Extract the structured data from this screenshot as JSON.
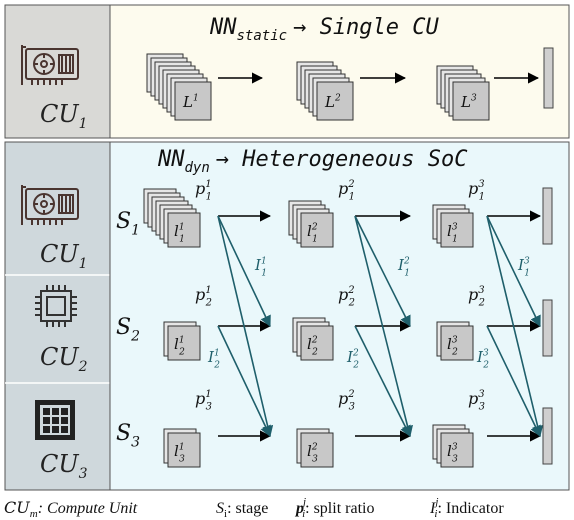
{
  "colors": {
    "static_panel": "#fdfbee",
    "dyn_panel": "#eaf8fb",
    "side_panel": "#d9d9d6",
    "side_panel_dyn": "#cfd8dc",
    "indicator_arrow": "#1f5f6b",
    "layer_fill": "#c8c8c8",
    "layer_stroke": "#333333"
  },
  "static": {
    "cu_label": "CU",
    "cu_sub": "1",
    "title_main": "NN",
    "title_sub": "static",
    "title_rest": "→ Single CU",
    "layers": [
      {
        "base": "L",
        "sup": "1"
      },
      {
        "base": "L",
        "sup": "2"
      },
      {
        "base": "L",
        "sup": "3"
      }
    ]
  },
  "dynamic": {
    "title_main": "NN",
    "title_sub": "dyn",
    "title_rest": "→ Heterogeneous SoC",
    "cus": [
      {
        "label": "CU",
        "sub": "1",
        "icon": "gpu-icon"
      },
      {
        "label": "CU",
        "sub": "2",
        "icon": "cpu-chip-icon"
      },
      {
        "label": "CU",
        "sub": "3",
        "icon": "npu-grid-icon"
      }
    ],
    "stages": [
      {
        "base": "S",
        "sub": "1"
      },
      {
        "base": "S",
        "sub": "2"
      },
      {
        "base": "S",
        "sub": "3"
      }
    ],
    "split_ratios": [
      [
        {
          "base": "p",
          "sup": "1",
          "sub": "1"
        },
        {
          "base": "p",
          "sup": "2",
          "sub": "1"
        },
        {
          "base": "p",
          "sup": "3",
          "sub": "1"
        }
      ],
      [
        {
          "base": "p",
          "sup": "1",
          "sub": "2"
        },
        {
          "base": "p",
          "sup": "2",
          "sub": "2"
        },
        {
          "base": "p",
          "sup": "3",
          "sub": "2"
        }
      ],
      [
        {
          "base": "p",
          "sup": "1",
          "sub": "3"
        },
        {
          "base": "p",
          "sup": "2",
          "sub": "3"
        },
        {
          "base": "p",
          "sup": "3",
          "sub": "3"
        }
      ]
    ],
    "layers": [
      [
        {
          "base": "l",
          "sup": "1",
          "sub": "1"
        },
        {
          "base": "l",
          "sup": "2",
          "sub": "1"
        },
        {
          "base": "l",
          "sup": "3",
          "sub": "1"
        }
      ],
      [
        {
          "base": "l",
          "sup": "1",
          "sub": "2"
        },
        {
          "base": "l",
          "sup": "2",
          "sub": "2"
        },
        {
          "base": "l",
          "sup": "3",
          "sub": "2"
        }
      ],
      [
        {
          "base": "l",
          "sup": "1",
          "sub": "3"
        },
        {
          "base": "l",
          "sup": "2",
          "sub": "3"
        },
        {
          "base": "l",
          "sup": "3",
          "sub": "3"
        }
      ]
    ],
    "indicators": [
      {
        "base": "I",
        "sup": "1",
        "sub": "1"
      },
      {
        "base": "I",
        "sup": "1",
        "sub": "2"
      },
      {
        "base": "I",
        "sup": "2",
        "sub": "1"
      },
      {
        "base": "I",
        "sup": "2",
        "sub": "2"
      },
      {
        "base": "I",
        "sup": "3",
        "sub": "1"
      },
      {
        "base": "I",
        "sup": "3",
        "sub": "2"
      }
    ]
  },
  "legend": {
    "cu_base": "CU",
    "cu_sub": "m",
    "cu_text": ": Compute Unit",
    "stage_base": "S",
    "stage_sub": "i",
    "stage_text": ": stage",
    "p_base": "p",
    "p_sup": "j",
    "p_sub": "i",
    "p_text": ": split ratio",
    "i_base": "I",
    "i_sup": "j",
    "i_sub": "i",
    "i_text": ": Indicator"
  }
}
